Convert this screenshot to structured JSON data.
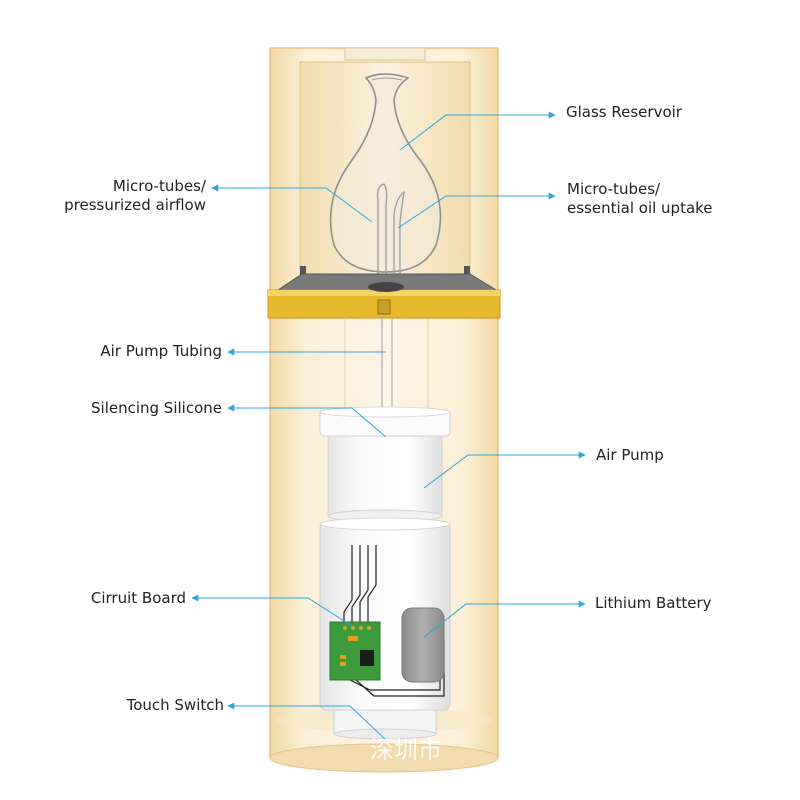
{
  "colors": {
    "amber_fill": "#f8e6c2",
    "amber_edge": "#e3b56b",
    "gold_band": "#e6b52a",
    "leader_line": "#29a8e0",
    "text": "#222222",
    "pcb_green": "#3c9a3a",
    "battery_gray": "#9b9b9b"
  },
  "labels": {
    "glass_reservoir": "Glass Reservoir",
    "micro_tubes_left_1": "Micro-tubes/",
    "micro_tubes_left_2": "pressurized airflow",
    "micro_tubes_right_1": "Micro-tubes/",
    "micro_tubes_right_2": "essential oil uptake",
    "air_pump_tubing": "Air Pump Tubing",
    "silencing_silicone": "Silencing Silicone",
    "air_pump": "Air Pump",
    "circuit_board": "Cirruit Board",
    "lithium_battery": "Lithium Battery",
    "touch_switch": "Touch Switch"
  },
  "watermark": "深圳市"
}
